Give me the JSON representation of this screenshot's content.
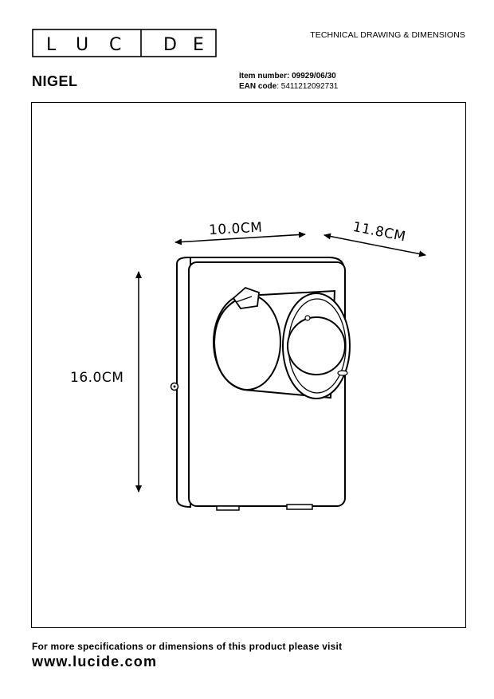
{
  "brand": {
    "logo_letters": [
      "L",
      "U",
      "C",
      "I",
      "D",
      "E"
    ]
  },
  "header": {
    "doc_title": "TECHNICAL DRAWING & DIMENSIONS"
  },
  "product": {
    "name": "NIGEL",
    "item_number_label": "Item number:",
    "item_number": "09929/06/30",
    "ean_label": "EAN code",
    "ean": "5411212092731"
  },
  "drawing": {
    "width_label": "10.0CM",
    "depth_label": "11.8CM",
    "height_label": "16.0CM"
  },
  "footer": {
    "text": "For more specifications or dimensions of this product please visit",
    "url": "www.lucide.com"
  }
}
